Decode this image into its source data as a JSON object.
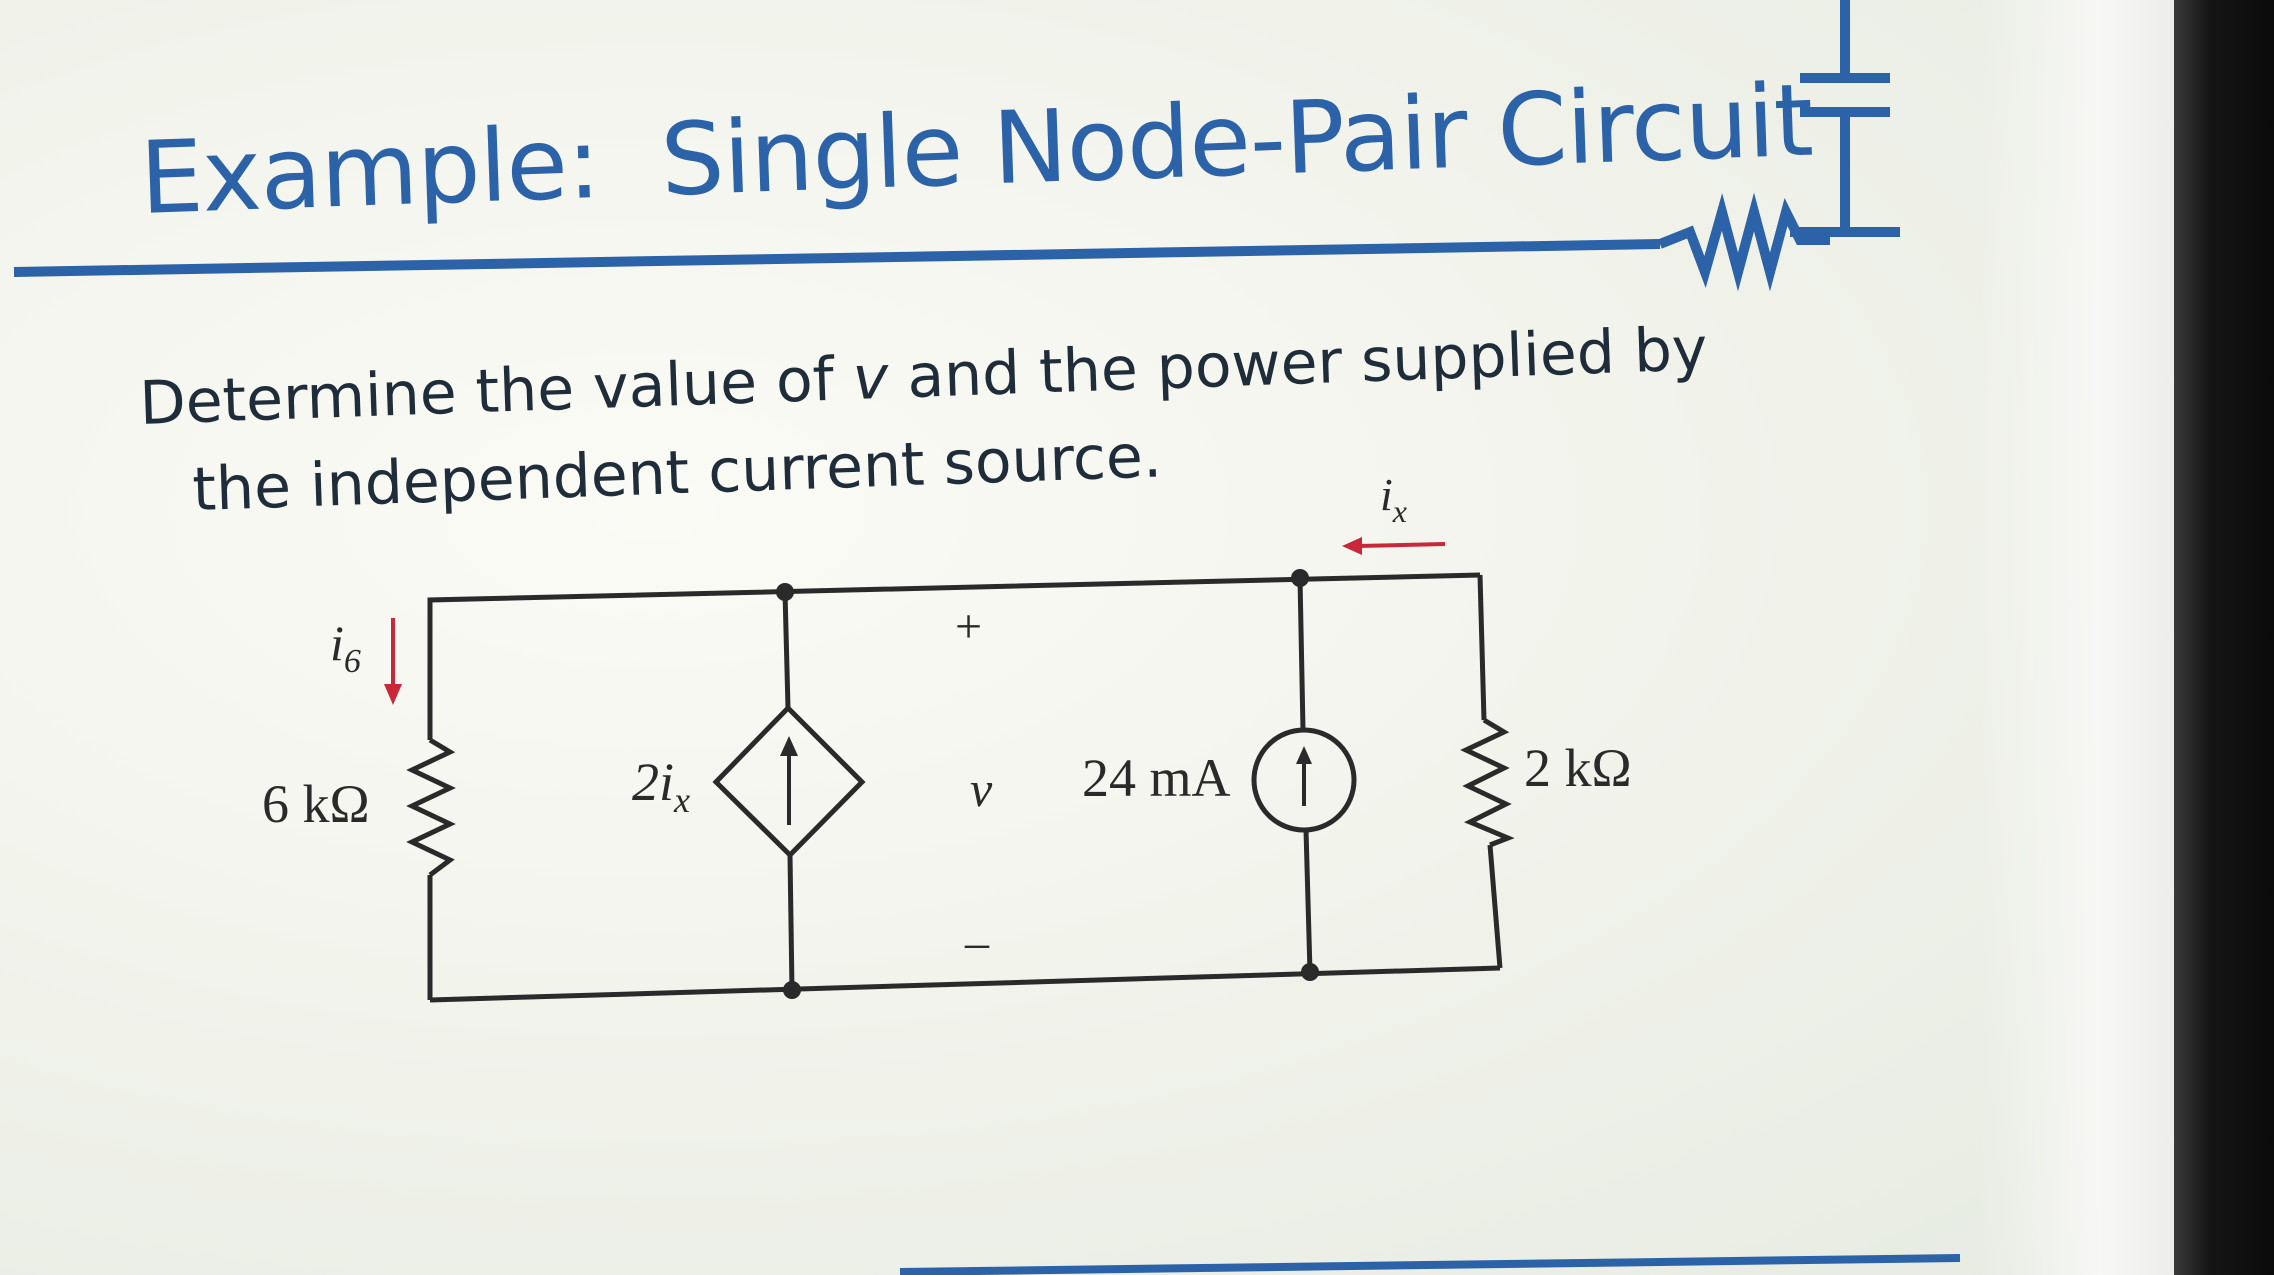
{
  "slide": {
    "title": "Example:  Single Node-Pair Circuit",
    "prompt_part1": "Determine the value of ",
    "prompt_var": "v",
    "prompt_part2": " and the power supplied by",
    "prompt_line2": "the independent current source."
  },
  "circuit": {
    "left_resistor_label": "6 kΩ",
    "left_current_label": "i",
    "left_current_subscript": "6",
    "dependent_source_label_prefix": "2i",
    "dependent_source_label_subscript": "x",
    "voltage_plus": "+",
    "voltage_label": "v",
    "voltage_minus": "–",
    "independent_source_label": "24 mA",
    "right_resistor_label": "2 kΩ",
    "ix_label": "i",
    "ix_subscript": "x"
  },
  "colors": {
    "title_blue": "#2c62a8",
    "circuit_red": "#c8283a",
    "wire": "#2a2a2a"
  }
}
